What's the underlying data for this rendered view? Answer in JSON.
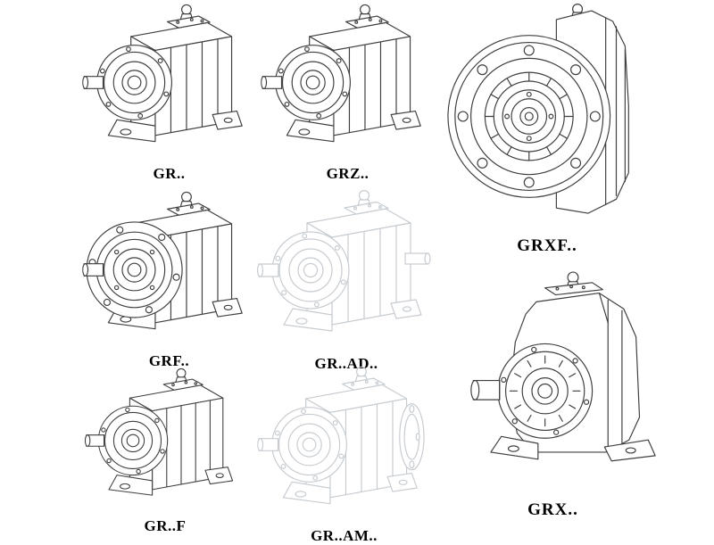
{
  "canvas": {
    "background": "#ffffff",
    "line_color": "#3f3f3f",
    "faded_line_color": "#c7ccd1",
    "label_color": "#000000"
  },
  "figures": [
    {
      "label": "GR..",
      "drawing": "helical-gearbox-foot-mounted-shaft-input"
    },
    {
      "label": "GRZ..",
      "drawing": "helical-gearbox-foot-mounted-shaft-input"
    },
    {
      "label": "GRXF..",
      "drawing": "helical-gearbox-flange-front-view"
    },
    {
      "label": "GRF..",
      "drawing": "helical-gearbox-flange-mounted"
    },
    {
      "label": "GR..AD..",
      "drawing": "helical-gearbox-input-shaft-adapter-faded"
    },
    {
      "label": "GRX..",
      "drawing": "helical-gearbox-large-foot-mounted"
    },
    {
      "label": "GR..F",
      "drawing": "helical-gearbox-foot-mounted-shaft-input"
    },
    {
      "label": "GR..AM..",
      "drawing": "helical-gearbox-motor-adapter-faded"
    }
  ]
}
